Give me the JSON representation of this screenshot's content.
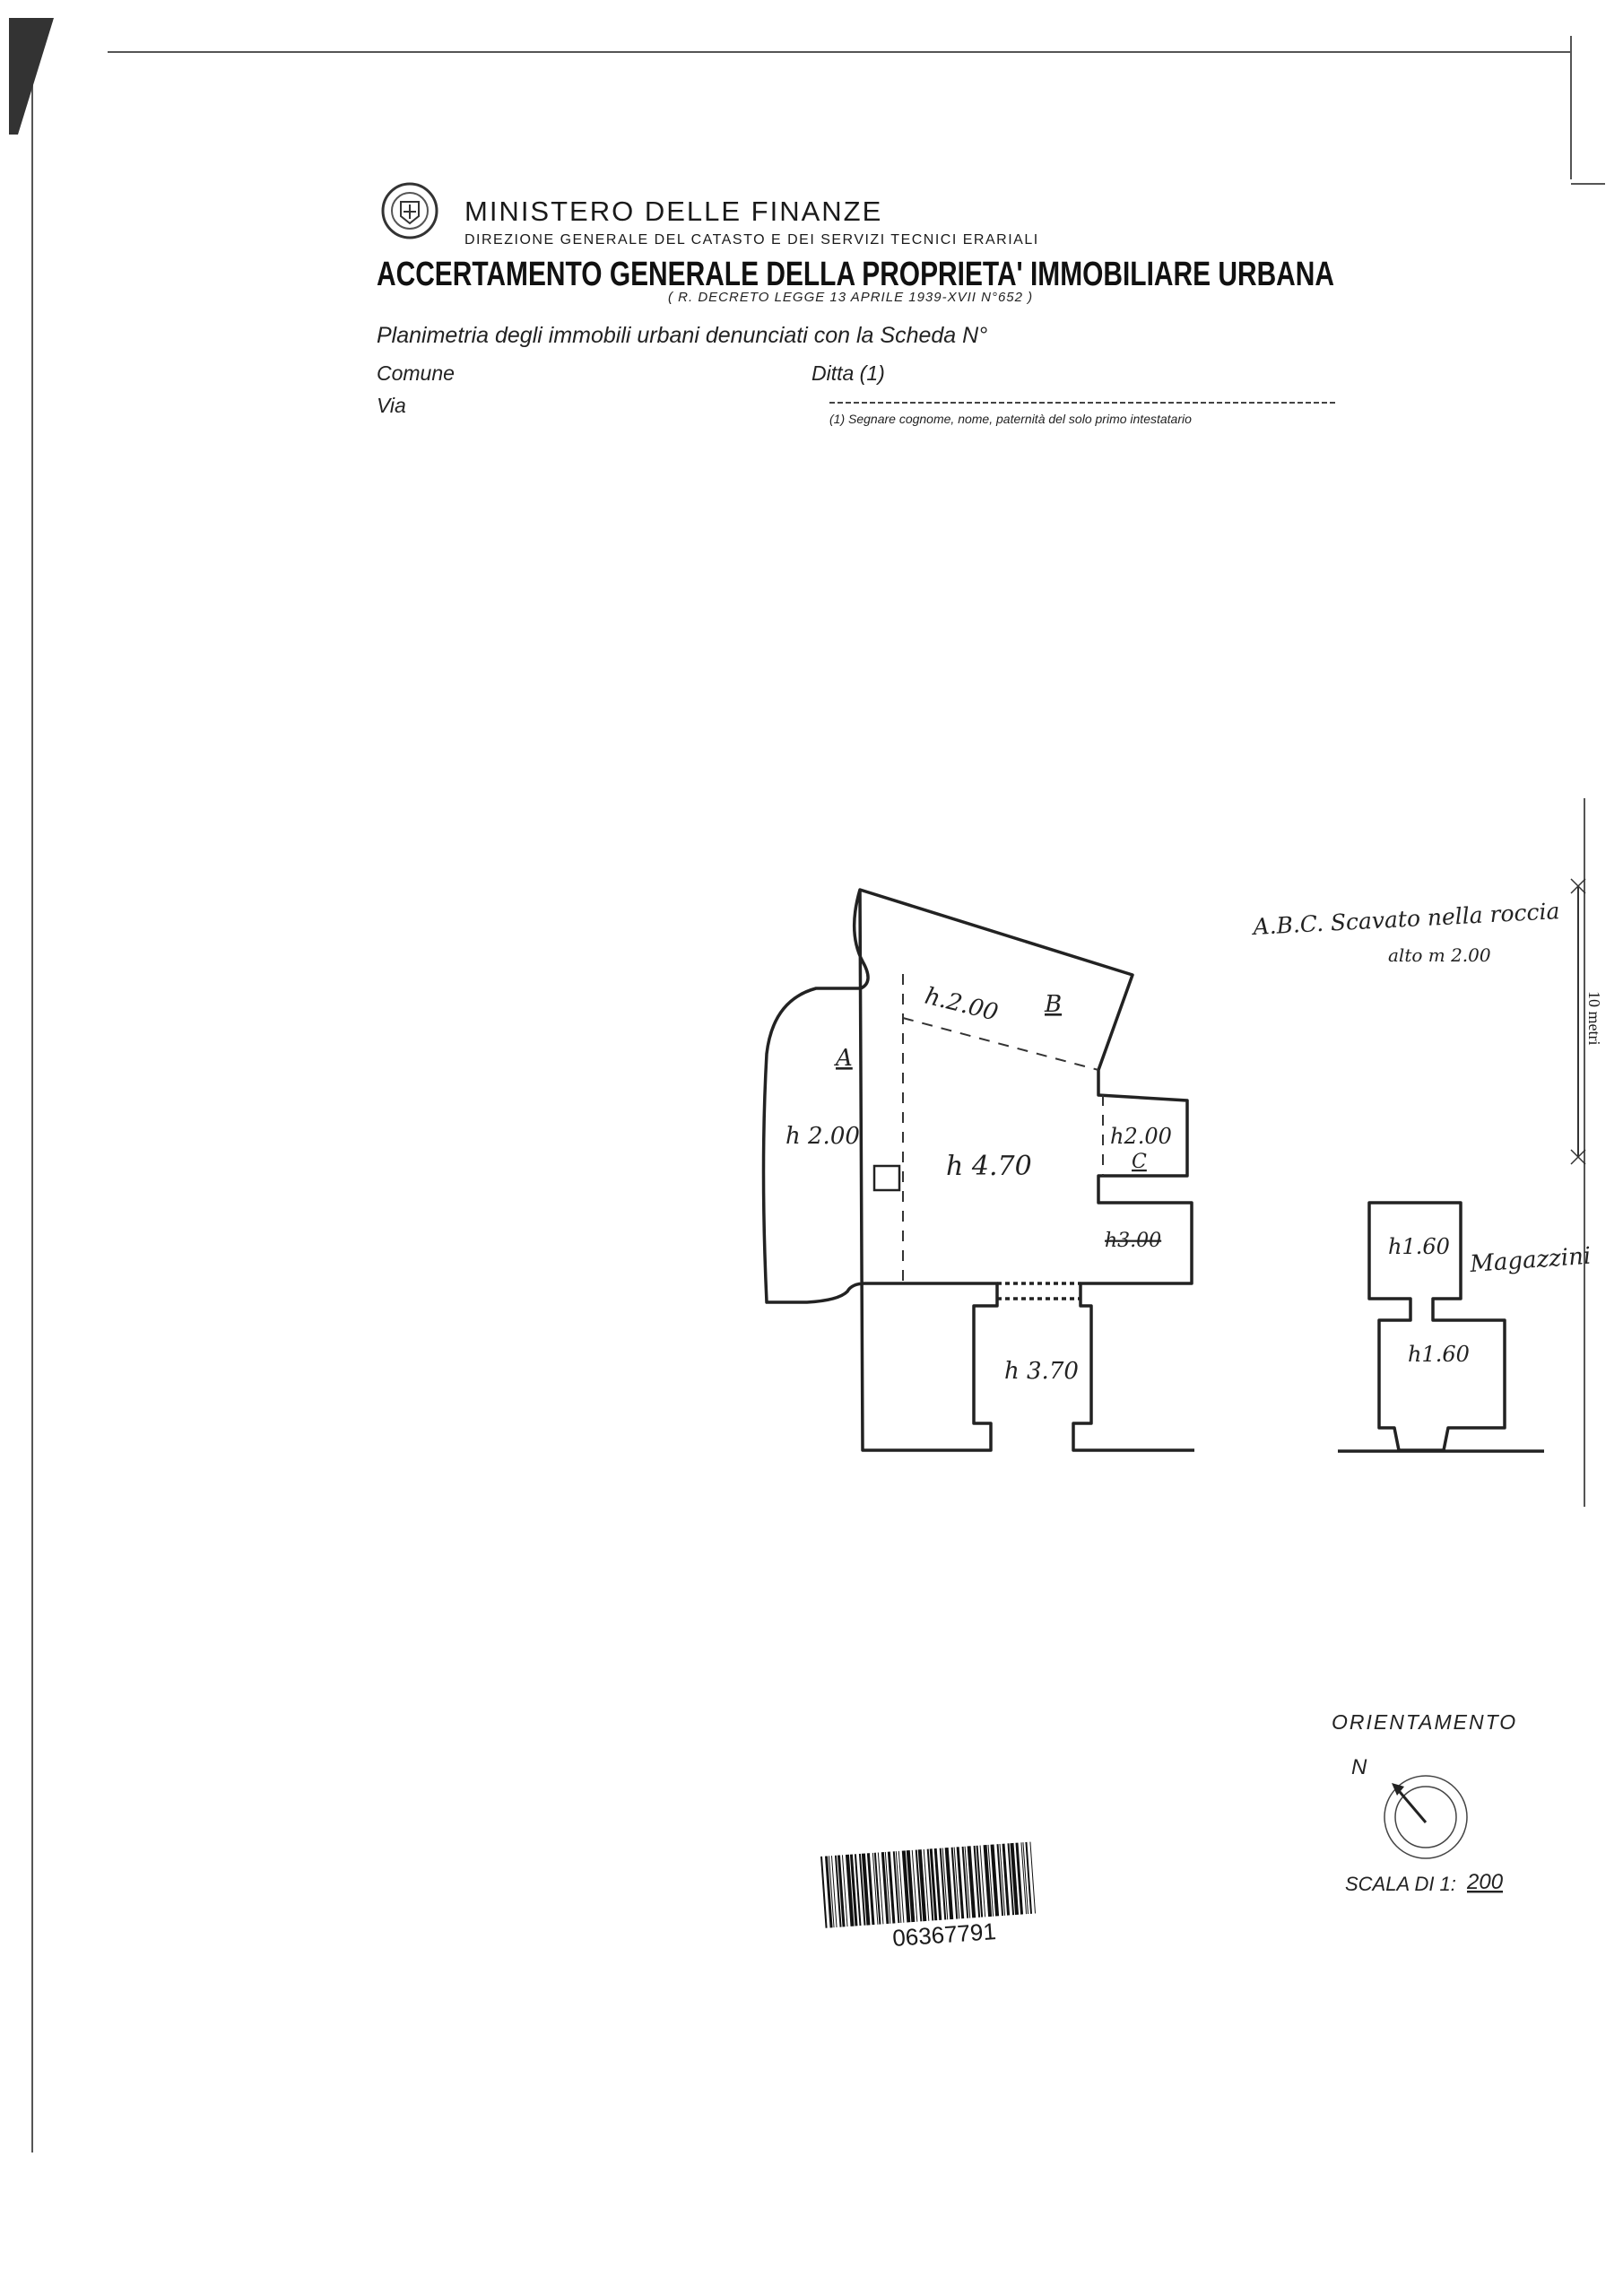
{
  "header": {
    "ministry": "MINISTERO DELLE FINANZE",
    "direction": "DIREZIONE GENERALE DEL CATASTO E DEI SERVIZI TECNICI ERARIALI",
    "title": "ACCERTAMENTO GENERALE DELLA PROPRIETA' IMMOBILIARE URBANA",
    "decree": "( R. DECRETO LEGGE 13 APRILE 1939-XVII N°652 )",
    "seal_text": "stemma"
  },
  "form": {
    "plan_label": "Planimetria degli immobili urbani denunciati con la Scheda N°",
    "comune_label": "Comune",
    "ditta_label": "Ditta (1)",
    "via_label": "Via",
    "footnote": "(1) Segnare cognome, nome, paternità del solo primo intestatario"
  },
  "plan": {
    "note_line1": "A.B.C. Scavato nella roccia",
    "note_line2": "alto m 2.00",
    "scale_bar_label": "10 metri",
    "rooms": {
      "b_height": "h.2.00",
      "b_letter": "B",
      "a_letter": "A",
      "a_height": "h 2.00",
      "main_height": "h 4.70",
      "c_height": "h2.00",
      "c_letter": "C",
      "side_height": "h3.00",
      "lower_height": "h 3.70",
      "mag_top_height": "h1.60",
      "mag_label": "Magazzini",
      "mag_bottom_height": "h1.60"
    }
  },
  "orientation": {
    "title": "ORIENTAMENTO",
    "north": "N",
    "scale_prefix": "SCALA DI 1:",
    "scale_value": "200"
  },
  "barcode": {
    "number": "06367791"
  }
}
